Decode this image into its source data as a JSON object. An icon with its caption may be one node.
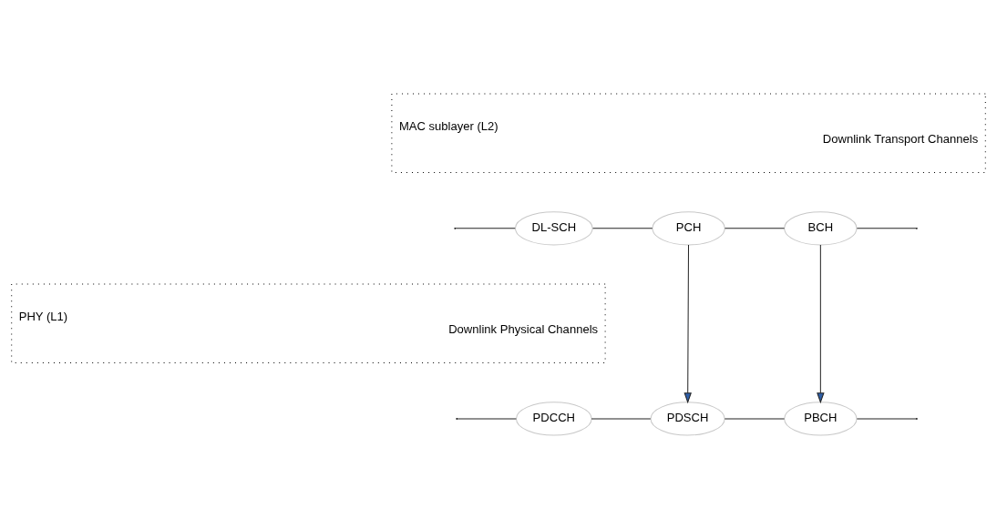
{
  "diagram": {
    "nodes": [
      {
        "text": [
          "MAC sublayer (L2)",
          "Downlink Transport Channels"
        ]
      },
      {
        "text": [
          "DL-SCH"
        ]
      },
      {
        "text": [
          "PCH"
        ]
      },
      {
        "text": [
          "BCH"
        ]
      },
      {
        "text": [
          "PHY (L1)",
          "Downlink Physical Channels"
        ]
      },
      {
        "text": [
          "PDCCH"
        ]
      },
      {
        "text": [
          "PDSCH"
        ]
      },
      {
        "text": [
          "PBCH"
        ]
      }
    ],
    "edges": [
      {
        "from": null,
        "to": 1,
        "arrow": "none"
      },
      {
        "from": 1,
        "to": 2,
        "arrow": "none"
      },
      {
        "from": 2,
        "to": 3,
        "arrow": "none"
      },
      {
        "from": 3,
        "to": null,
        "arrow": "none"
      },
      {
        "from": null,
        "to": 5,
        "arrow": "none"
      },
      {
        "from": 5,
        "to": 6,
        "arrow": "none"
      },
      {
        "from": 6,
        "to": 7,
        "arrow": "none"
      },
      {
        "from": 7,
        "to": null,
        "arrow": "none"
      },
      {
        "from": 2,
        "to": 6,
        "arrow": "to"
      },
      {
        "from": 3,
        "to": 7,
        "arrow": "to"
      }
    ]
  }
}
